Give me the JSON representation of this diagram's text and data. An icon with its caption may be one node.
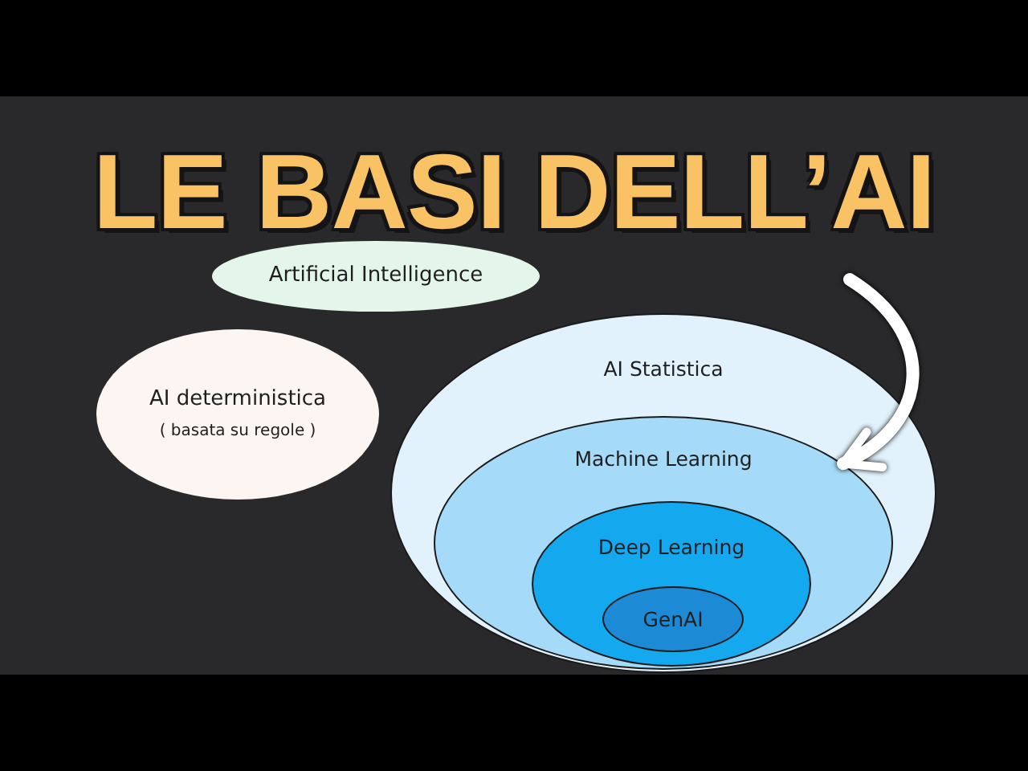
{
  "diagram": {
    "title": "LE BASI DELL’AI",
    "nodes": [
      {
        "text": [
          "Artificial Intelligence"
        ]
      },
      {
        "text": [
          "AI deterministica",
          "( basata su regole )"
        ]
      },
      {
        "text": [
          "AI Statistica"
        ]
      },
      {
        "text": [
          "Machine Learning"
        ],
        "in": 2
      },
      {
        "text": [
          "Deep Learning"
        ],
        "in": 3
      },
      {
        "text": [
          "GenAI"
        ],
        "in": 4
      }
    ],
    "edges": [
      {
        "from": null,
        "to": 3,
        "arrow": "to"
      }
    ]
  }
}
